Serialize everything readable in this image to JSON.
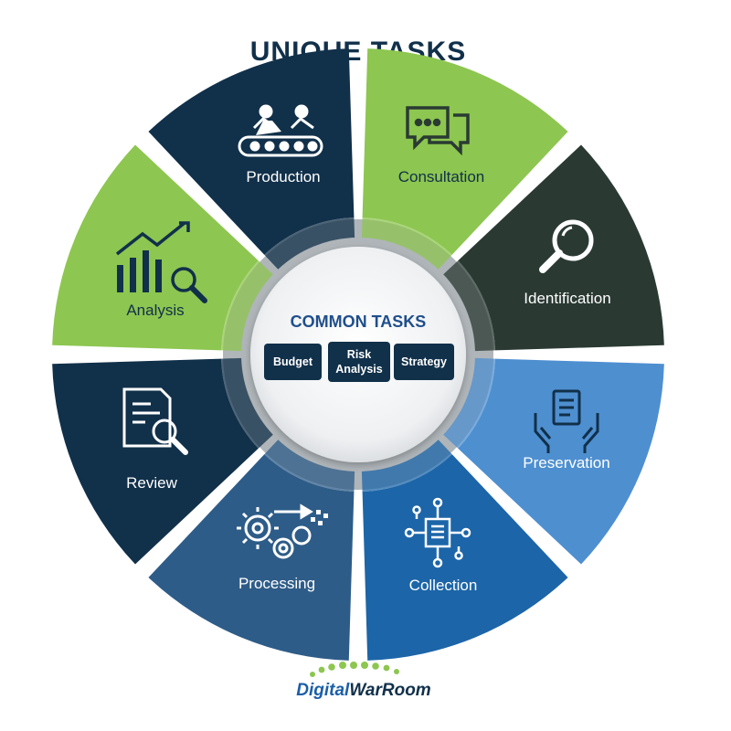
{
  "title": "UNIQUE TASKS",
  "common": {
    "title": "COMMON TASKS",
    "chips": [
      {
        "line1": "Budget",
        "line2": ""
      },
      {
        "line1": "Risk",
        "line2": "Analysis"
      },
      {
        "line1": "Strategy",
        "line2": ""
      }
    ]
  },
  "segments": [
    {
      "label": "Consultation",
      "icon": "chat-bubbles-icon",
      "color": "#8dc650"
    },
    {
      "label": "Identification",
      "icon": "magnifier-icon",
      "color": "#2a3a33"
    },
    {
      "label": "Preservation",
      "icon": "hands-document-icon",
      "color": "#4e8fd0"
    },
    {
      "label": "Collection",
      "icon": "chip-network-icon",
      "color": "#1c65a8"
    },
    {
      "label": "Processing",
      "icon": "gears-icon",
      "color": "#2e5c88"
    },
    {
      "label": "Review",
      "icon": "document-search-icon",
      "color": "#11304a"
    },
    {
      "label": "Analysis",
      "icon": "bar-chart-search-icon",
      "color": "#8dc650"
    },
    {
      "label": "Production",
      "icon": "conveyor-workers-icon",
      "color": "#11304a"
    }
  ],
  "logo": {
    "part1": "Digital",
    "part2": "WarRoom"
  }
}
